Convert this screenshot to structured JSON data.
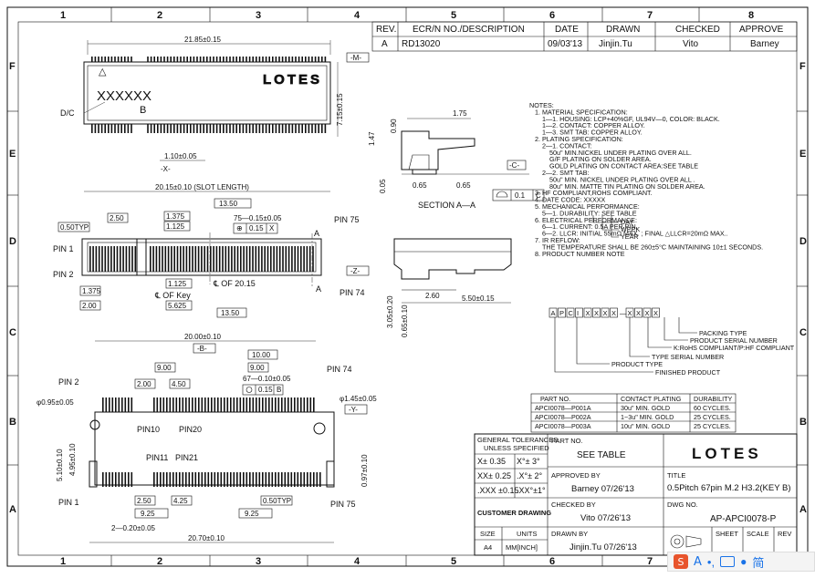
{
  "grid": {
    "cols_top": [
      "1",
      "2",
      "3",
      "4",
      "5",
      "6",
      "7",
      "8"
    ],
    "cols_bottom": [
      "1",
      "2",
      "3",
      "4",
      "5",
      "6",
      "7",
      "8"
    ],
    "rows_left": [
      "F",
      "E",
      "D",
      "C",
      "B",
      "A"
    ],
    "rows_right": [
      "F",
      "E",
      "D",
      "C",
      "B",
      "A"
    ]
  },
  "revision_block": {
    "headers": [
      "REV.",
      "ECR/N NO./DESCRIPTION",
      "DATE",
      "DRAWN",
      "CHECKED",
      "APPROVE"
    ],
    "row": [
      "A",
      "RD13020",
      "09/03'13",
      "Jinjin.Tu",
      "Vito",
      "Barney"
    ]
  },
  "top_view": {
    "width_dim": "21.85±0.15",
    "datum_m": "-M-",
    "logo": "LOTES",
    "triangle_mark": "△",
    "marking": "XXXXXX",
    "b_mark": "B",
    "dc_label": "D/C",
    "height_dim": "7.15±0.15",
    "pitch_dim": "1.10±0.05",
    "datum_x": "-X-"
  },
  "section": {
    "d175": "1.75",
    "d147": "1.47",
    "d090": "0.90",
    "d005": "0.05",
    "d065a": "0.65",
    "d065b": "0.65",
    "datum_c": "-C-",
    "flatness": "0.1",
    "flat_ref": "C",
    "caption": "SECTION A—A"
  },
  "slot_view": {
    "slot_len": "20.15±0.10 (SLOT LENGTH)",
    "d1350a": "13.50",
    "d250": "2.50",
    "d1375": "1.375",
    "d1125a": "1.125",
    "d75": "75—0.15±0.05",
    "pos_sym": "⊕",
    "pos_tol": "0.15",
    "pos_ref": "X",
    "d050": "0.50TYP",
    "pin75": "PIN 75",
    "pin1": "PIN 1",
    "pin2": "PIN 2",
    "pin74": "PIN 74",
    "a_top": "A",
    "a_bot": "A",
    "datum_z": "-Z-",
    "d1125b": "1.125",
    "key_label": "℄ OF Key",
    "center_label": "℄ OF 20.15",
    "d1375b": "1.375",
    "d200": "2.00",
    "d5625": "5.625",
    "d1350b": "13.50"
  },
  "side_view": {
    "d260": "2.60",
    "d550": "5.50±0.15",
    "d305": "3.05±0.20",
    "d065": "0.65±0.10"
  },
  "bottom_view": {
    "d2000": "20.00±0.10",
    "datum_b": "-B-",
    "d1000": "10.00",
    "d900a": "9.00",
    "d900b": "9.00",
    "pin2": "PIN 2",
    "pin74": "PIN 74",
    "d200": "2.00",
    "d450": "4.50",
    "d67": "67—0.10±0.05",
    "pos_tol": "0.15",
    "pos_ref": "B",
    "hole1": "φ0.95±0.05",
    "hole2": "φ1.45±0.05",
    "datum_y": "-Y-",
    "pin10": "PIN10",
    "pin20": "PIN20",
    "d510": "5.10±0.10",
    "d495": "4.95±0.10",
    "d097": "0.97±0.10",
    "pin11": "PIN11",
    "pin21": "PIN21",
    "pin1": "PIN 1",
    "pin75": "PIN 75",
    "d250": "2.50",
    "d425": "4.25",
    "d050": "0.50TYP",
    "d925a": "9.25",
    "d925b": "9.25",
    "d2020": "2—0.20±0.05",
    "d2070": "20.70±0.10"
  },
  "notes": [
    "NOTES:",
    "1. MATERIAL SPECIFICATION:",
    "1—1. HOUSING: LCP+40%GF, UL94V—0, COLOR: BLACK.",
    "1—2. CONTACT: COPPER ALLOY.",
    "1—3. SMT TAB: COPPER ALLOY.",
    "2. PLATING SPECIFICATION:",
    "2—1. CONTACT:",
    "50u\" MIN.NICKEL UNDER PLATING OVER ALL.",
    "G/F PLATING ON SOLDER AREA.",
    "GOLD  PLATING ON CONTACT AREA:SEE TABLE",
    "2—2. SMT TAB:",
    "50u\" MIN. NICKEL UNDER PLATING OVER ALL .",
    "80u\" MIN. MATTE TIN PLATING ON SOLDER AREA.",
    "3. HF COMPLIANT,ROHS COMPLIANT.",
    "4. DATE CODE: XXXXX",
    "5. MECHANICAL PERFORMANCE:",
    "5—1. DURABILITY: SEE TABLE",
    "6. ELECTRICAL PERFORMANCE:",
    "6—1. CURRENT: 0.5A PER PIN.",
    "6—2. LLCR: INITIAL 55mΩ MAX. ; FINAL △LLCR=20mΩ MAX..",
    "7. IR REFLOW:",
    "THE TEMPERATURE SHALL BE 260±5°C MAINTAINING 10±1 SECONDS.",
    "8. PRODUCT NUMBER NOTE"
  ],
  "date_code_labels": [
    "DAY",
    "WEEK",
    "YEAR"
  ],
  "pn_boxes": [
    "A",
    "P",
    "C",
    "I",
    "X",
    "X",
    "X",
    "X",
    "—",
    "X",
    "X",
    "X",
    "X"
  ],
  "pn_legend": [
    "PACKING TYPE",
    "PRODUCT SERIAL NUMBER",
    "K:RoHS COMPLIANT/P:HF COMPLIANT",
    "TYPE SERIAL NUMBER",
    "PRODUCT TYPE",
    "FINISHED PRODUCT"
  ],
  "plating_table": {
    "headers": [
      "PART NO.",
      "CONTACT PLATING",
      "DURABILITY"
    ],
    "rows": [
      [
        "APCI0078—P001A",
        "30u\" MIN. GOLD",
        "60 CYCLES."
      ],
      [
        "APCI0078—P002A",
        "1~3u\" MIN. GOLD",
        "25 CYCLES."
      ],
      [
        "APCI0078—P003A",
        "10u\" MIN. GOLD",
        "25 CYCLES."
      ]
    ]
  },
  "title_block": {
    "gen_tol": "GENERAL TOLERANCES",
    "unless": "UNLESS SPECIFIED",
    "tol": [
      [
        "X± 0.35",
        "X°± 3°"
      ],
      [
        "XX± 0.25",
        ".X°± 2°"
      ],
      [
        ".XXX ±0.15",
        ".XX°±1°"
      ]
    ],
    "customer_drawing": "CUSTOMER DRAWING",
    "size_lbl": "SIZE",
    "units_lbl": "UNITS",
    "size_val": "A4",
    "units_val": "MM[INCH]",
    "part_no_lbl": "PART NO.",
    "part_no_val": "SEE TABLE",
    "logo": "LOTES",
    "approved_lbl": "APPROVED BY",
    "approved_val": "Barney  07/26'13",
    "title_lbl": "TITLE",
    "title_val": "0.5Pitch 67pin M.2 H3.2(KEY B)",
    "checked_lbl": "CHECKED BY",
    "checked_val": "Vito  07/26'13",
    "dwg_lbl": "DWG NO.",
    "dwg_val": "AP-APCI0078-P",
    "drawn_lbl": "DRAWN BY",
    "drawn_val": "Jinjin.Tu  07/26'13",
    "sheet_lbl": "SHEET",
    "scale_lbl": "SCALE",
    "rev_lbl": "REV"
  },
  "ime_toolbar": {
    "icons": [
      "ime-logo-icon",
      "ime-mode-icon",
      "ime-dot-icon",
      "ime-keyboard-icon",
      "ime-user-icon"
    ],
    "label_a": "A",
    "label_lang": "简"
  }
}
